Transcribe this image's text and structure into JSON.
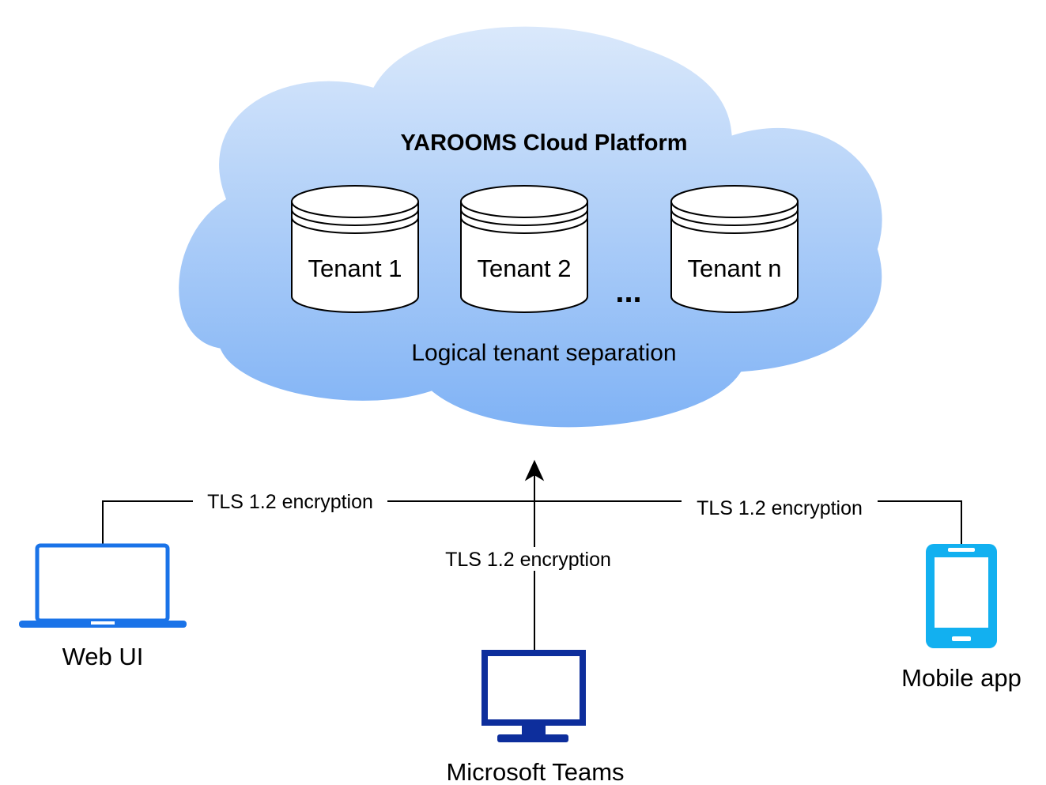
{
  "cloud": {
    "title": "YAROOMS Cloud Platform",
    "separation_label": "Logical tenant separation",
    "ellipsis": "...",
    "tenants": [
      "Tenant 1",
      "Tenant 2",
      "Tenant n"
    ],
    "gradient_top": "#dbe9fb",
    "gradient_bottom": "#7fb2f5"
  },
  "clients": {
    "web": {
      "label": "Web UI",
      "icon": "laptop-icon",
      "color": "#1a73e8"
    },
    "teams": {
      "label": "Microsoft Teams",
      "icon": "desktop-monitor-icon",
      "color": "#0d2e9c"
    },
    "mobile": {
      "label": "Mobile app",
      "icon": "tablet-icon",
      "color": "#12b0f0"
    }
  },
  "connections": {
    "web": "TLS 1.2 encryption",
    "teams": "TLS 1.2 encryption",
    "mobile": "TLS 1.2 encryption"
  }
}
